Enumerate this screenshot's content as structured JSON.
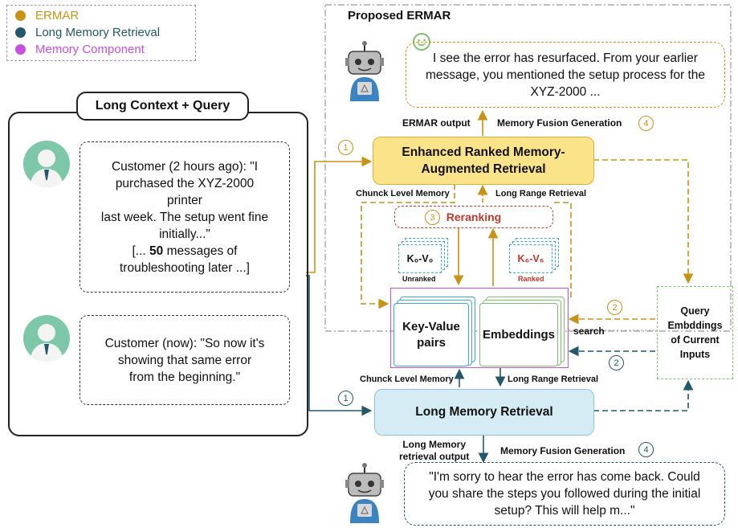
{
  "legend": [
    {
      "label": "ERMAR",
      "color": "#c89215"
    },
    {
      "label": "Long Memory Retrieval",
      "color": "#22586a"
    },
    {
      "label": "Memory Component",
      "color": "#c84fe0"
    }
  ],
  "proposed_title": "Proposed ERMAR",
  "context": {
    "title": "Long Context + Query",
    "msg1_lines": [
      "Customer (2 hours ago): \"I",
      "purchased the XYZ-2000",
      "printer",
      "last week. The setup went fine",
      "initially...\""
    ],
    "msg1_bracket_pre": "[... ",
    "msg1_bold": "50",
    "msg1_bracket_post": " messages of",
    "msg1_last": "troubleshooting later ...]",
    "msg2_lines": [
      "Customer (now): \"So now it's",
      "showing that same error",
      "from the beginning.\""
    ]
  },
  "ermar": {
    "title_lines": [
      "Enhanced Ranked Memory-",
      "Augmented Retrieval"
    ],
    "output_label": "ERMAR output",
    "fusion_label": "Memory Fusion Generation",
    "chunk_label": "Chunck Level Memory",
    "range_label": "Long Range Retrieval",
    "response_lines": [
      "I see the error has resurfaced. From your earlier",
      "message, you mentioned the setup process for the",
      "XYZ-2000 ..."
    ]
  },
  "reranking": "Reranking",
  "kv_unranked": {
    "label": "K₀-V₀",
    "caption": "Unranked"
  },
  "kv_ranked": {
    "label": "K₆-V₆",
    "caption": "Ranked"
  },
  "memory": {
    "kv_pairs_lines": [
      "Key-Value",
      "pairs"
    ],
    "embeddings": "Embeddings",
    "search": "search"
  },
  "query_lines": [
    "Query",
    "Embddings",
    "of Current",
    "Inputs"
  ],
  "lmr": {
    "title": "Long Memory Retrieval",
    "chunk_label": "Chunck Level Memory",
    "range_label": "Long Range Retrieval",
    "output_lines": [
      "Long Memory",
      "retrieval output"
    ],
    "fusion_label": "Memory Fusion Generation",
    "response_lines": [
      "\"I'm sorry to hear the error has come back. Could",
      "you share the steps you followed during the initial",
      "setup? This will help m...\""
    ]
  },
  "steps": {
    "one": "1",
    "two": "2",
    "three": "3",
    "four": "4"
  }
}
